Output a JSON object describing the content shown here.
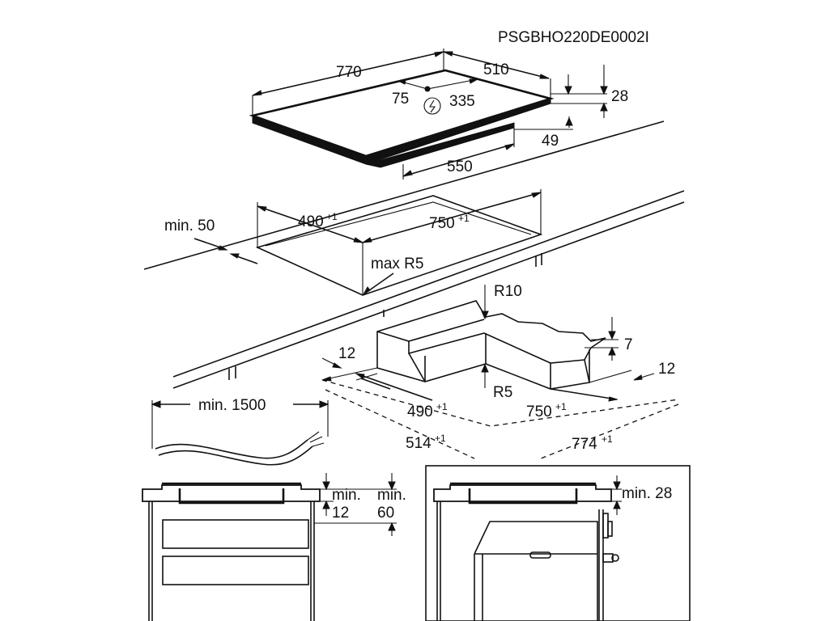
{
  "diagram": {
    "code": "PSGBHO220DE0002I",
    "hob": {
      "width": "770",
      "depth": "510",
      "thickness": "28",
      "box_height": "49",
      "box_width": "550",
      "conn_left": "75",
      "conn_right": "335"
    },
    "cutout": {
      "min_edge": "min. 50",
      "depth": "490",
      "width": "750",
      "tol": "+1",
      "radius": "max R5"
    },
    "frame": {
      "radius_top": "R10",
      "radius_bottom": "R5",
      "height": "7",
      "left_gap": "12",
      "right_gap": "12",
      "inner_depth": "490",
      "inner_width": "750",
      "outer_depth": "514",
      "outer_width": "774",
      "tol": "+1"
    },
    "cable": {
      "length": "min. 1500"
    },
    "install_left": {
      "gap_label": "min.",
      "gap_value": "12",
      "depth_label": "min.",
      "depth_value": "60"
    },
    "install_right": {
      "gap": "min. 28"
    }
  }
}
